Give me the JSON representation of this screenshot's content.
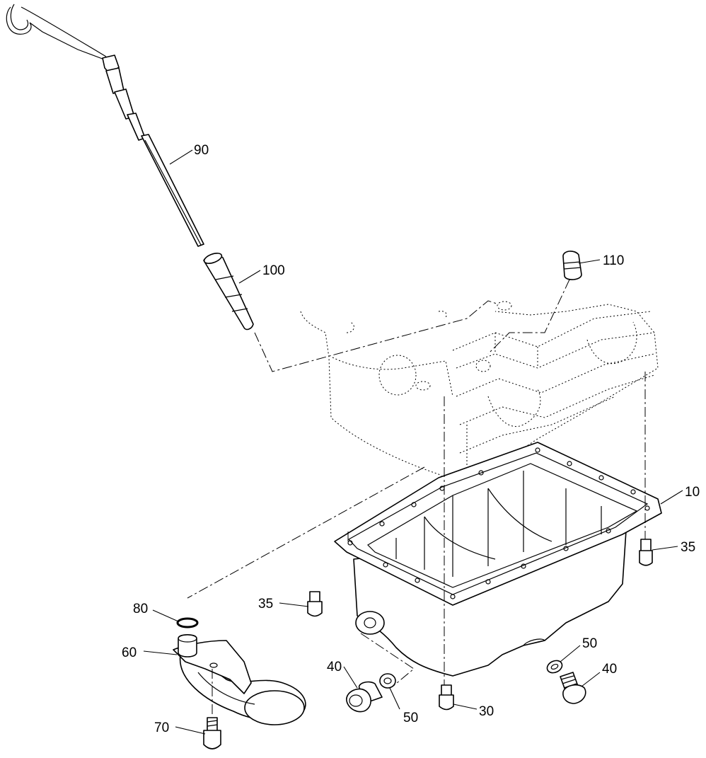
{
  "callouts": {
    "c10": "10",
    "c30": "30",
    "c35_right": "35",
    "c35_center": "35",
    "c40_left": "40",
    "c40_right": "40",
    "c50_left": "50",
    "c50_right": "50",
    "c60": "60",
    "c70": "70",
    "c80": "80",
    "c90": "90",
    "c100": "100",
    "c110": "110"
  }
}
